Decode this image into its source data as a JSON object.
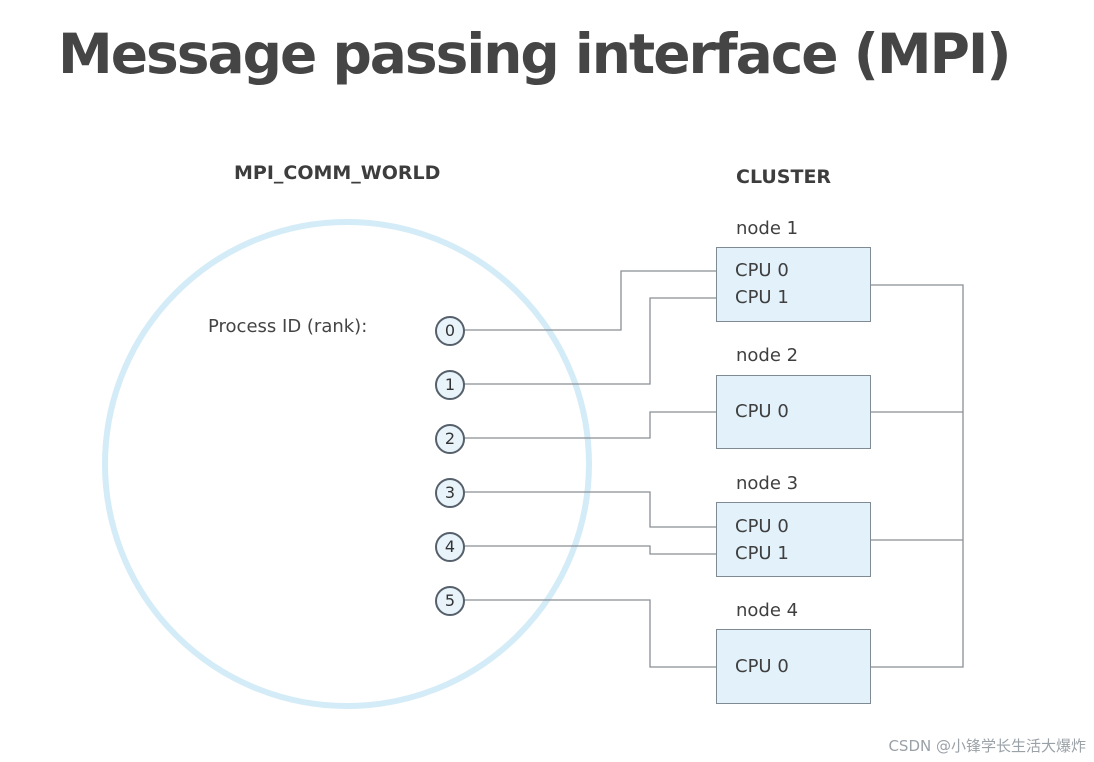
{
  "title": "Message passing interface (MPI)",
  "world": {
    "label": "MPI_COMM_WORLD",
    "process_label": "Process ID (rank):",
    "ranks": [
      "0",
      "1",
      "2",
      "3",
      "4",
      "5"
    ]
  },
  "cluster": {
    "label": "CLUSTER",
    "nodes": [
      {
        "label": "node 1",
        "cpus": [
          "CPU 0",
          "CPU 1"
        ]
      },
      {
        "label": "node 2",
        "cpus": [
          "CPU 0"
        ]
      },
      {
        "label": "node 3",
        "cpus": [
          "CPU 0",
          "CPU 1"
        ]
      },
      {
        "label": "node 4",
        "cpus": [
          "CPU 0"
        ]
      }
    ]
  },
  "watermark": "CSDN @小锋学长生活大爆炸",
  "colors": {
    "circle": "#d4ecf7",
    "node_fill": "#e3f1fa",
    "wire": "#8a8f94",
    "rank_fill": "#e8f3fa"
  }
}
